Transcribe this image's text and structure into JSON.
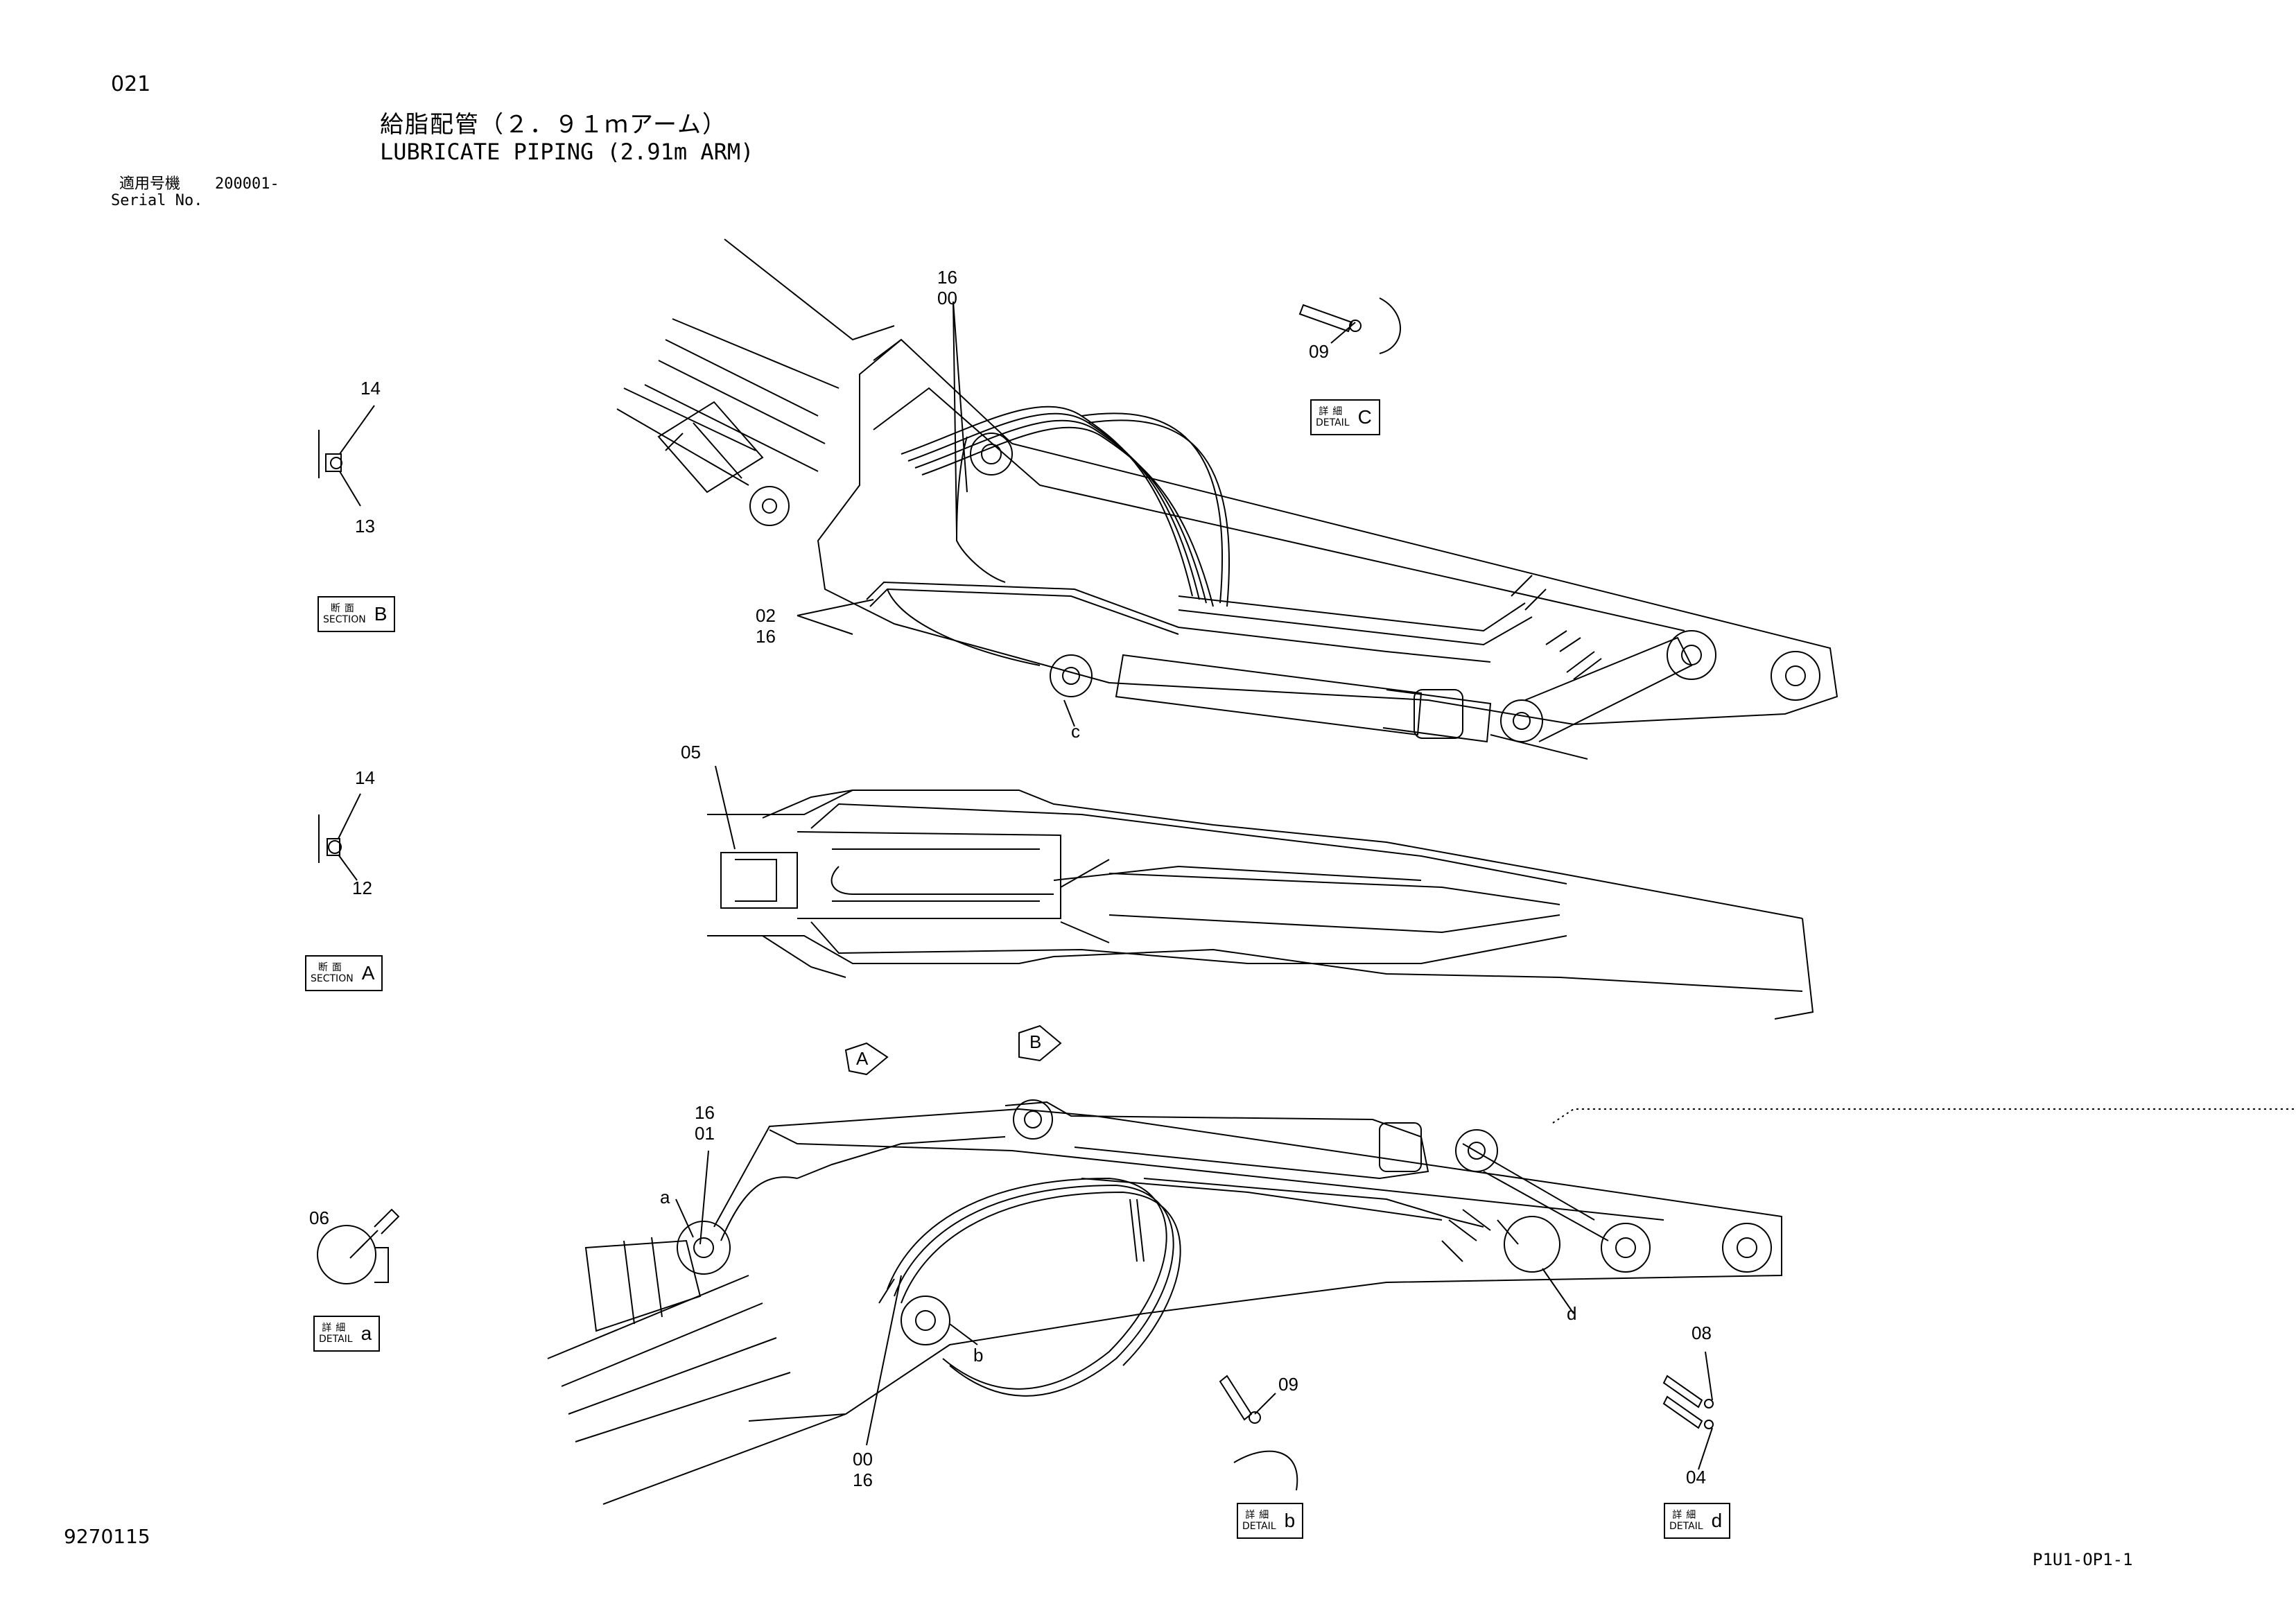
{
  "header": {
    "page_number": "021",
    "title_ja": "給脂配管（２．９１ｍアーム）",
    "title_en": "LUBRICATE PIPING (2.91m ARM)",
    "serial_label_ja": "適用号機",
    "serial_value": "200001-",
    "serial_label_en": "Serial No."
  },
  "footer": {
    "doc_number": "9270115",
    "ref_code": "P1U1-OP1-1"
  },
  "callouts": {
    "top_parts": "16\n00",
    "pipe_02": "02\n16",
    "c": "c",
    "detail_c_part": "09",
    "section_b_top": "14",
    "section_b_bottom": "13",
    "section_a_top": "14",
    "section_a_bottom": "12",
    "mid_05": "05",
    "bottom_parts": "16\n01",
    "a": "a",
    "b": "b",
    "d": "d",
    "bottom_00": "00\n16",
    "detail_a_part": "06",
    "detail_b_part": "09",
    "detail_d_top": "08",
    "detail_d_bottom": "04"
  },
  "arrows": {
    "a": "A",
    "b": "B"
  },
  "tags": {
    "detail_c": {
      "ja": "詳細",
      "en": "DETAIL",
      "letter": "C"
    },
    "section_b": {
      "ja": "断面",
      "en": "SECTION",
      "letter": "B"
    },
    "section_a": {
      "ja": "断面",
      "en": "SECTION",
      "letter": "A"
    },
    "detail_a": {
      "ja": "詳細",
      "en": "DETAIL",
      "letter": "a"
    },
    "detail_b": {
      "ja": "詳細",
      "en": "DETAIL",
      "letter": "b"
    },
    "detail_d": {
      "ja": "詳細",
      "en": "DETAIL",
      "letter": "d"
    }
  }
}
